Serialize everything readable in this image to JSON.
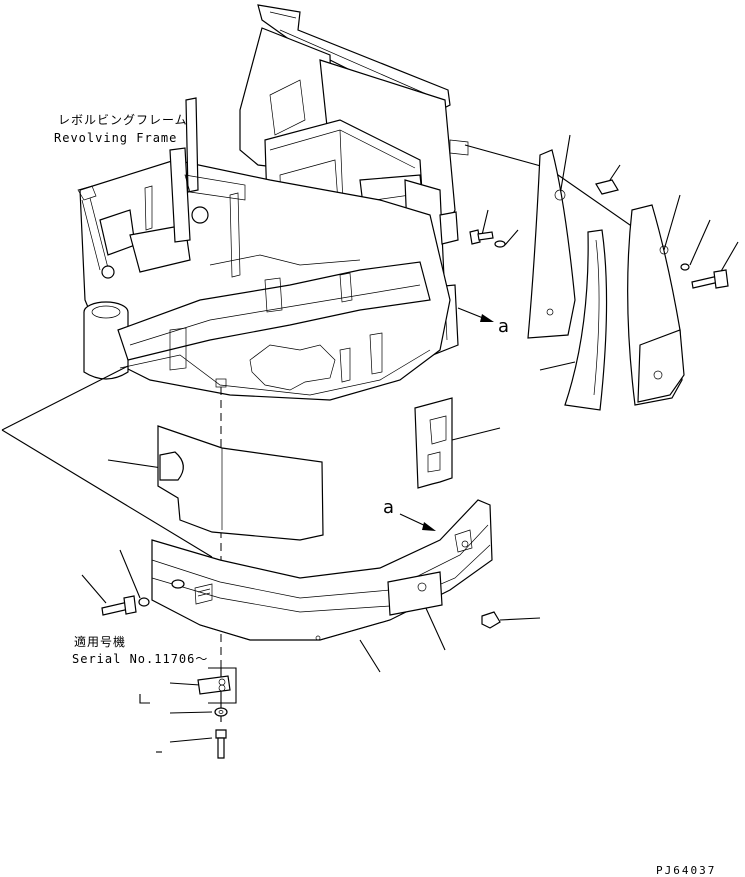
{
  "labels": {
    "frame_jp": "レボルビングフレーム",
    "frame_en": "Revolving Frame",
    "serial_jp": "適用号機",
    "serial_en": "Serial No.11706～",
    "callout_a_upper": "a",
    "callout_a_lower": "a",
    "drawing_code": "PJ64037"
  },
  "components": {
    "revolving_frame": "revolving-frame",
    "counterweight": "counterweight",
    "side_covers": [
      "side-cover-left",
      "side-cover-middle",
      "side-cover-right"
    ],
    "fasteners": [
      "bolt",
      "washer",
      "nut",
      "plate"
    ]
  }
}
